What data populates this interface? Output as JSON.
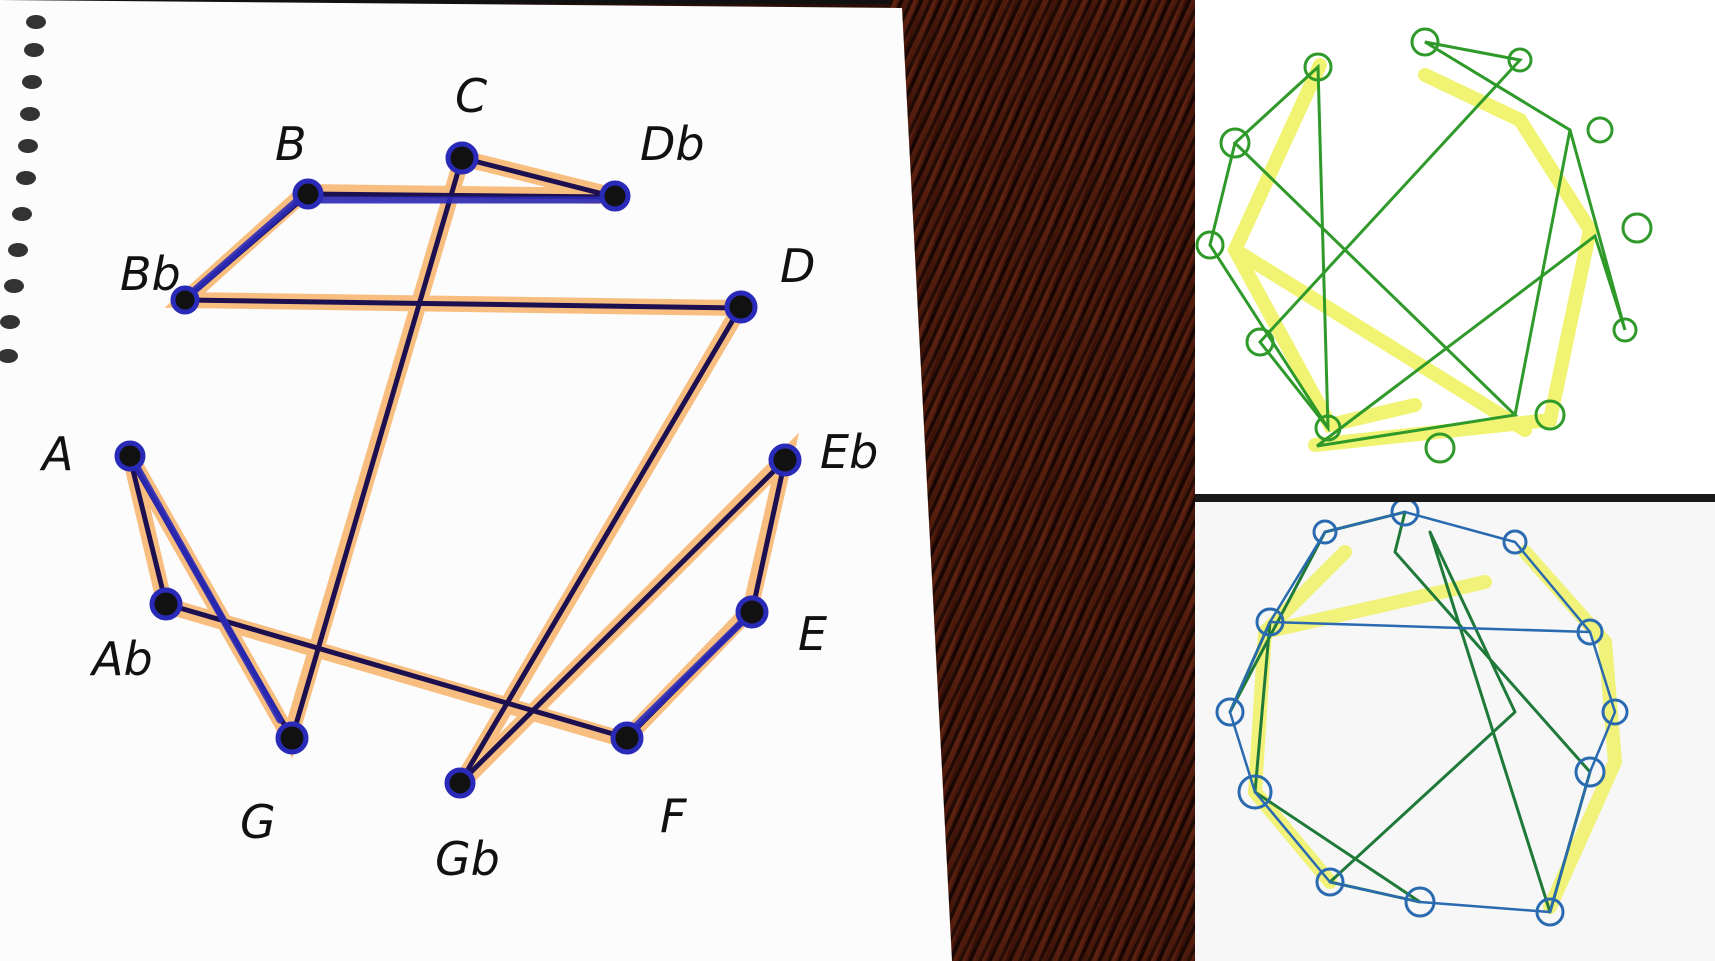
{
  "diagram": {
    "notes": {
      "c": "C",
      "db": "Db",
      "d": "D",
      "eb": "Eb",
      "e": "E",
      "f": "F",
      "gb": "Gb",
      "g": "G",
      "ab": "Ab",
      "a": "A",
      "bb": "Bb",
      "b": "B"
    },
    "colors": {
      "line": "#1c1050",
      "node": "#2a2ab8",
      "highlight_orange": "#f7b36a",
      "highlight_yellow": "#eef050",
      "green": "#2f9a2a",
      "blue": "#2a6ab0"
    }
  }
}
